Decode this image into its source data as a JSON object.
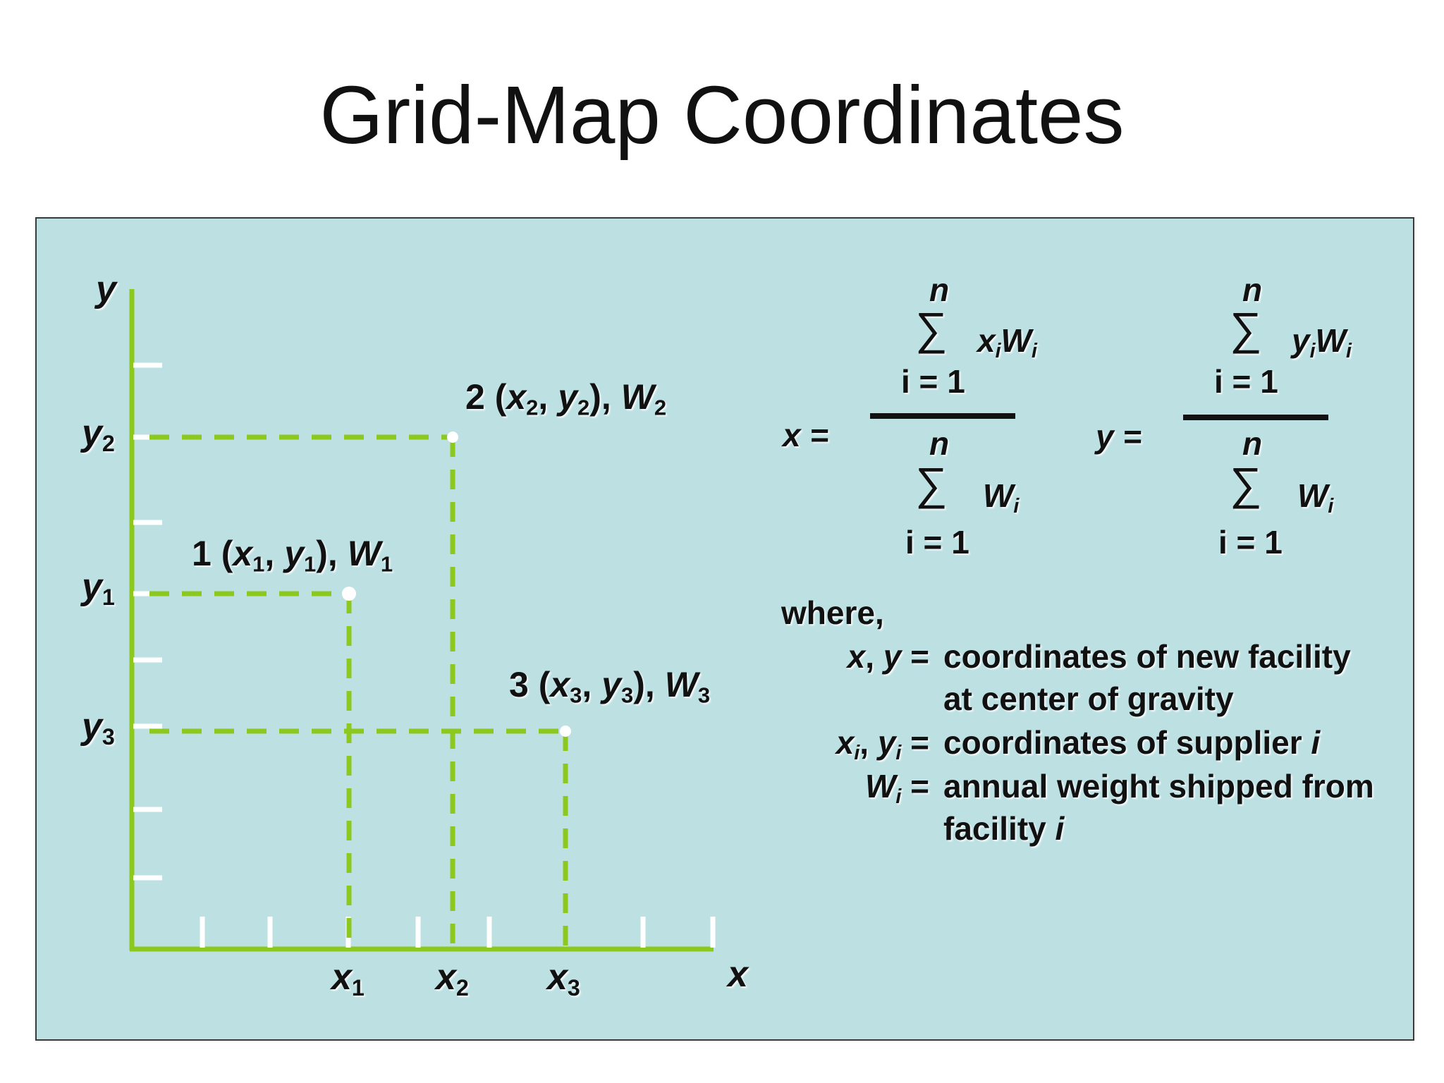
{
  "title": "Grid-Map Coordinates",
  "diagram": {
    "axis_x_label": "x",
    "axis_y_label": "y",
    "tick_labels_x": [
      {
        "base": "x",
        "sub": "1"
      },
      {
        "base": "x",
        "sub": "2"
      },
      {
        "base": "x",
        "sub": "3"
      }
    ],
    "tick_labels_y": [
      {
        "base": "y",
        "sub": "2"
      },
      {
        "base": "y",
        "sub": "1"
      },
      {
        "base": "y",
        "sub": "3"
      }
    ],
    "points": [
      {
        "num": "1",
        "x": "x",
        "xs": "1",
        "y": "y",
        "ys": "1",
        "w": "W",
        "ws": "1"
      },
      {
        "num": "2",
        "x": "x",
        "xs": "2",
        "y": "y",
        "ys": "2",
        "w": "W",
        "ws": "2"
      },
      {
        "num": "3",
        "x": "x",
        "xs": "3",
        "y": "y",
        "ys": "3",
        "w": "W",
        "ws": "3"
      }
    ],
    "colors": {
      "panel": "#bde0e3",
      "axis": "#8cc81e",
      "dash": "#8cc81e",
      "tick": "#ffffff",
      "point": "#ffffff"
    }
  },
  "formulas": {
    "x": {
      "lhs": "x =",
      "upper": "n",
      "sigma": "∑",
      "lower": "i = 1",
      "num_a": "x",
      "num_a_sub": "i",
      "num_b": "W",
      "num_b_sub": "i",
      "den": "W",
      "den_sub": "i"
    },
    "y": {
      "lhs": "y =",
      "upper": "n",
      "sigma": "∑",
      "lower": "i = 1",
      "num_a": "y",
      "num_a_sub": "i",
      "num_b": "W",
      "num_b_sub": "i",
      "den": "W",
      "den_sub": "i"
    }
  },
  "definitions": {
    "where": "where,",
    "rows": [
      {
        "label_a": "x",
        "sep": ", ",
        "label_b": "y",
        "eq": " =",
        "lines": [
          "coordinates of  new facility",
          "at center of gravity"
        ]
      },
      {
        "label_a": "x",
        "label_a_sub": "i",
        "sep": ", ",
        "label_b": "y",
        "label_b_sub": "i",
        "eq": " =",
        "lines": [
          "coordinates of supplier "
        ],
        "trail": "i"
      },
      {
        "label_a": "W",
        "label_a_sub": "i",
        "eq": " =",
        "lines": [
          "annual weight shipped from",
          "facility "
        ],
        "trail": "i"
      }
    ]
  }
}
